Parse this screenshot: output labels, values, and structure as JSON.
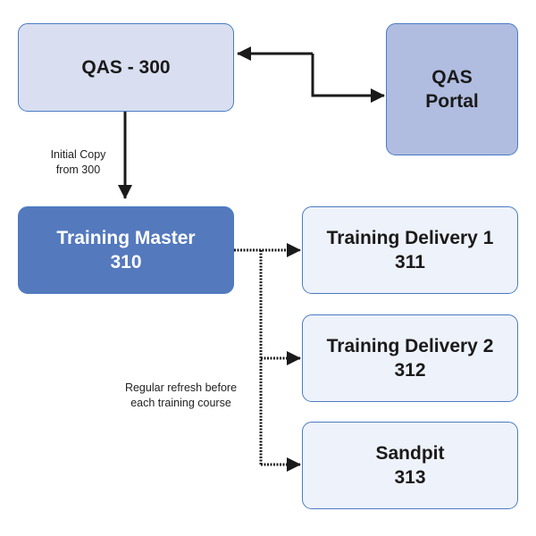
{
  "nodes": {
    "qas300": {
      "lines": [
        "QAS - 300"
      ]
    },
    "portal": {
      "lines": [
        "QAS",
        "Portal"
      ]
    },
    "master": {
      "lines": [
        "Training Master",
        "310"
      ]
    },
    "delivery1": {
      "lines": [
        "Training Delivery 1",
        "311"
      ]
    },
    "delivery2": {
      "lines": [
        "Training Delivery 2",
        "312"
      ]
    },
    "sandpit": {
      "lines": [
        "Sandpit",
        "313"
      ]
    }
  },
  "labels": {
    "initial_copy": [
      "Initial Copy",
      "from 300"
    ],
    "regular_refresh": [
      "Regular refresh before",
      "each training course"
    ]
  },
  "edges": [
    {
      "from": "qas300",
      "to": "portal",
      "style": "solid",
      "direction": "both"
    },
    {
      "from": "qas300",
      "to": "master",
      "style": "solid",
      "direction": "forward",
      "label": "initial_copy"
    },
    {
      "from": "master",
      "to": "delivery1",
      "style": "dotted",
      "direction": "forward",
      "label": "regular_refresh"
    },
    {
      "from": "master",
      "to": "delivery2",
      "style": "dotted",
      "direction": "forward",
      "label": "regular_refresh"
    },
    {
      "from": "master",
      "to": "sandpit",
      "style": "dotted",
      "direction": "forward",
      "label": "regular_refresh"
    }
  ],
  "colors": {
    "qas300_fill": "#d9dff0",
    "portal_fill": "#b0bde0",
    "master_fill": "#5479bd",
    "light_fill": "#eef2fa",
    "border": "#4a7bc4",
    "arrow": "#1a1a1a"
  }
}
